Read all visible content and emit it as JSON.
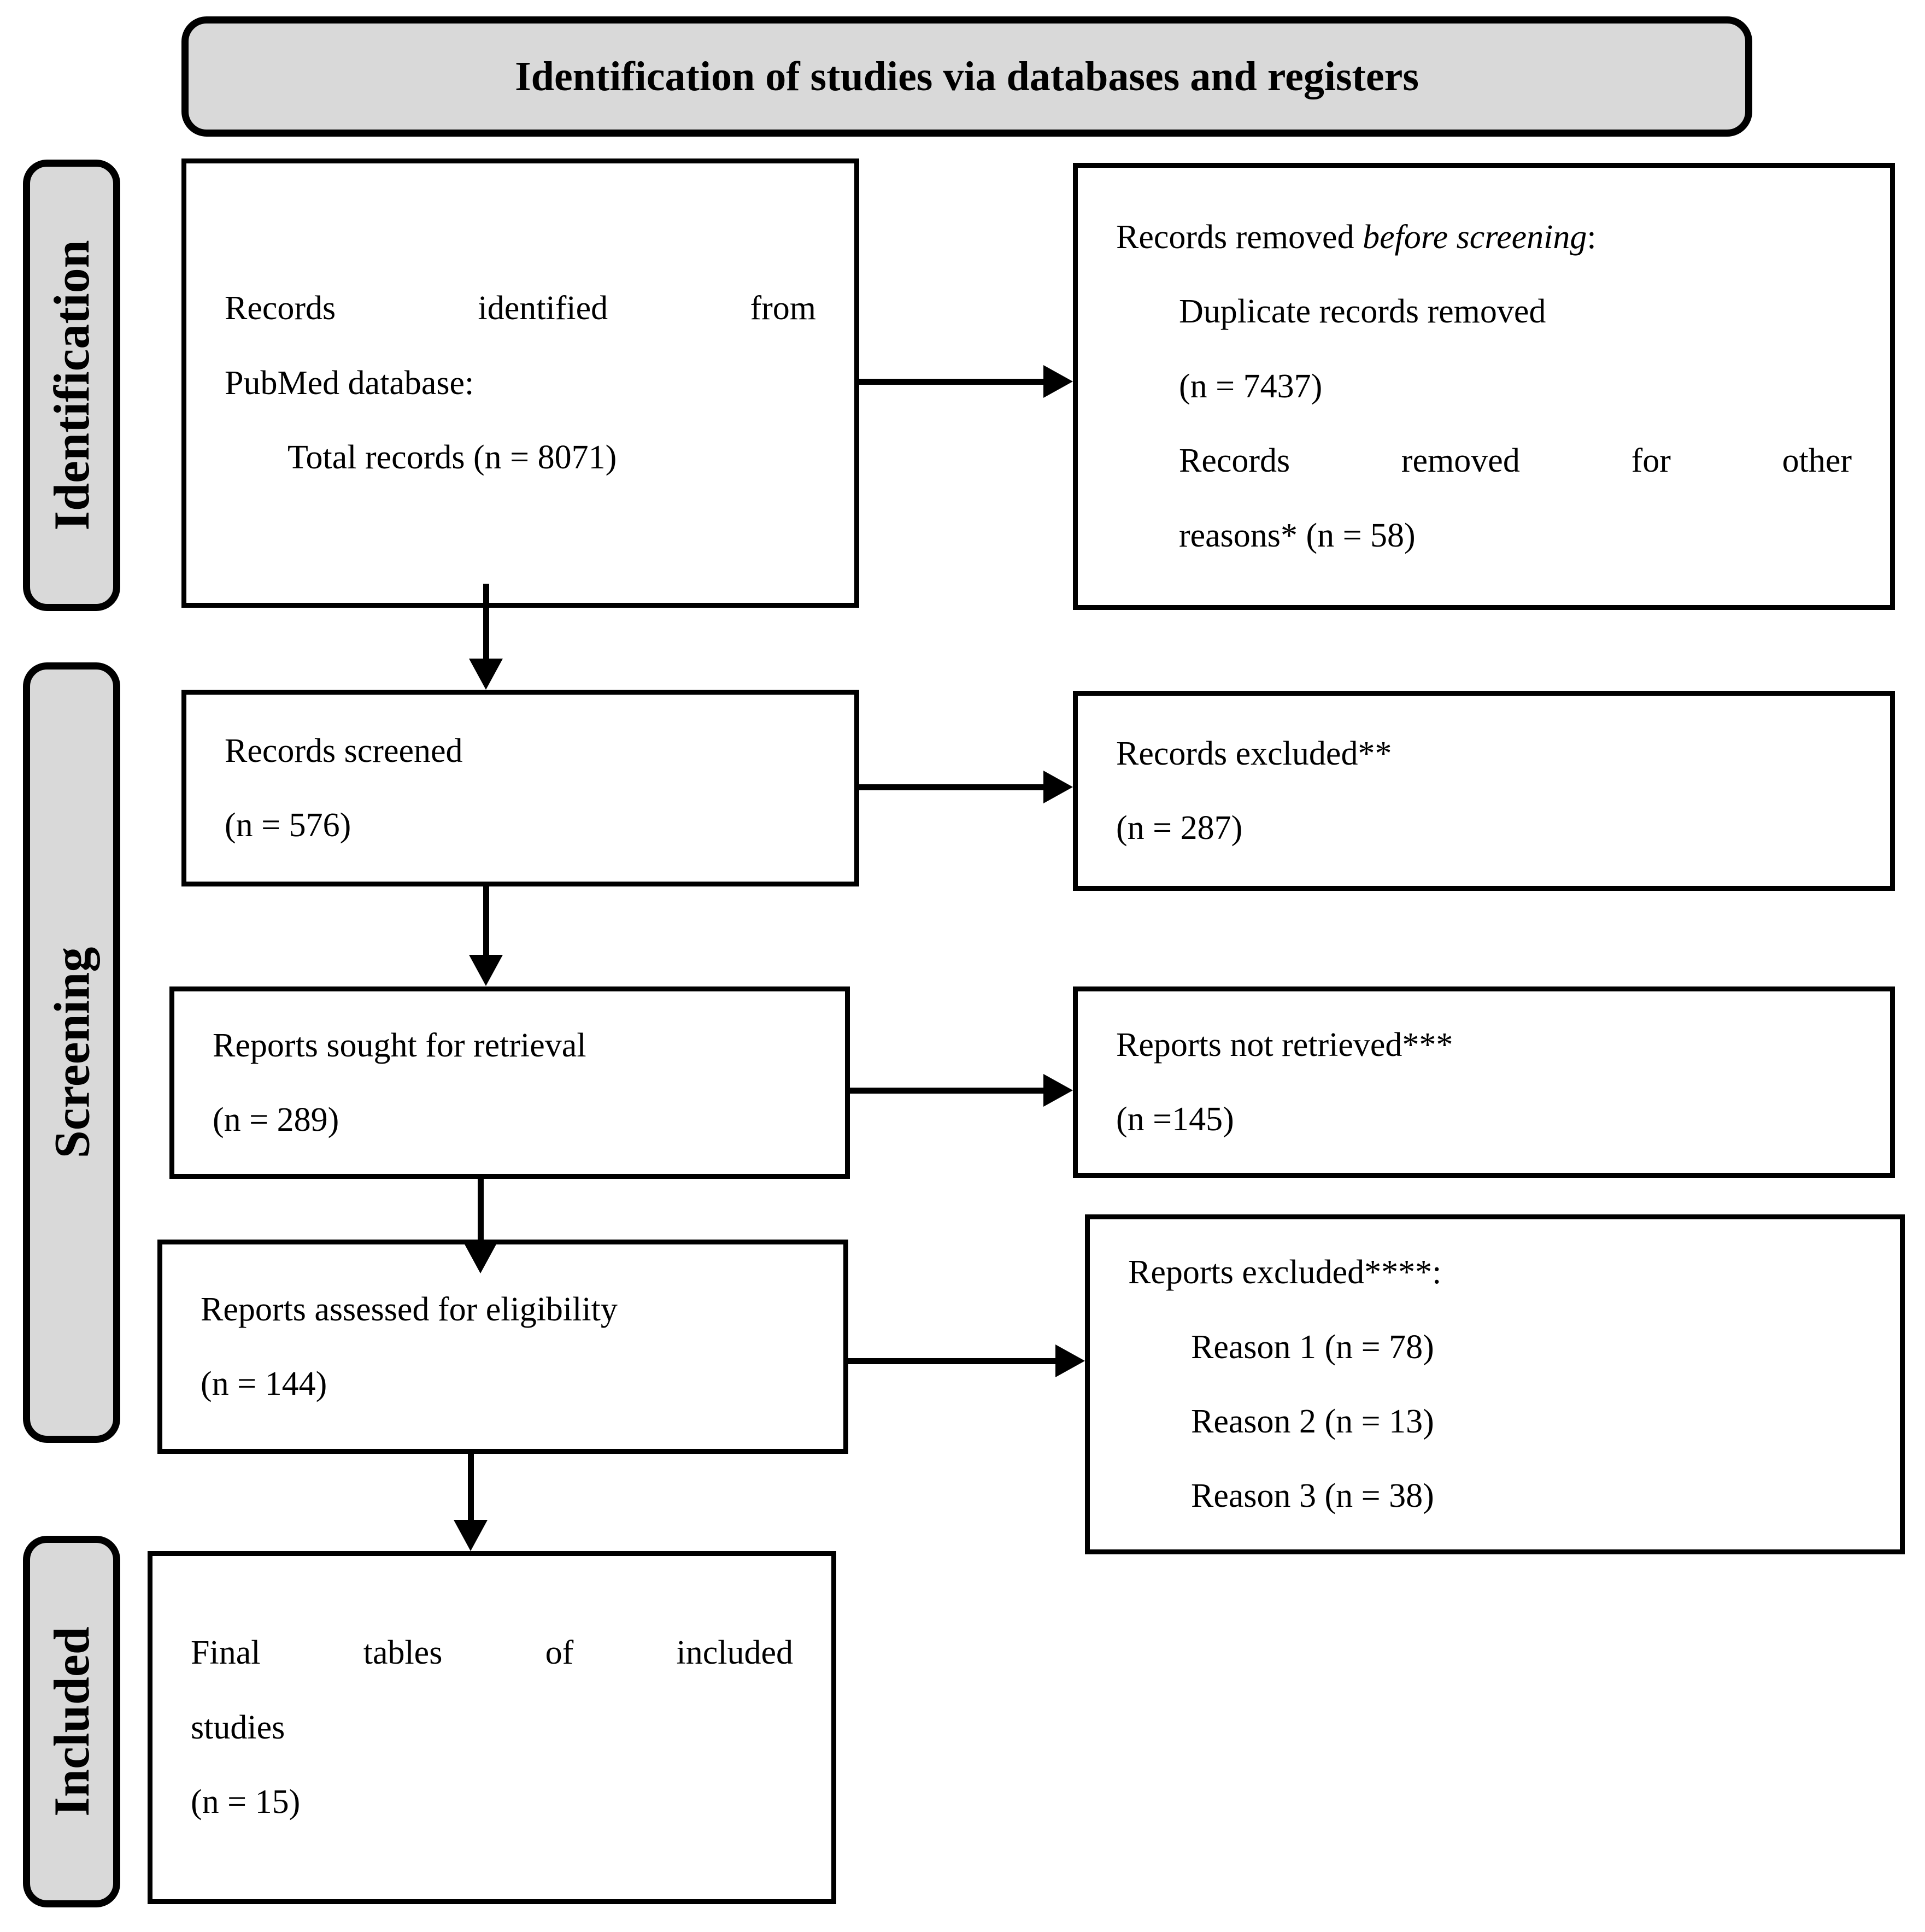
{
  "title": "Identification of studies via databases and registers",
  "sidebar": {
    "identification": "Identification",
    "screening": "Screening",
    "included": "Included"
  },
  "boxes": {
    "records_identified": {
      "line1": "Records identified from",
      "line2": "PubMed database:",
      "line3": "Total records (n = 8071)"
    },
    "records_removed": {
      "line1_prefix": "Records removed ",
      "line1_italic": "before screening",
      "line1_suffix": ":",
      "line2": "Duplicate records removed",
      "line3": "(n = 7437)",
      "line4": "Records removed for other",
      "line5": "reasons* (n = 58)"
    },
    "records_screened": {
      "line1": "Records screened",
      "line2": "(n = 576)"
    },
    "records_excluded": {
      "line1": "Records excluded**",
      "line2": "(n = 287)"
    },
    "reports_sought": {
      "line1": "Reports sought for retrieval",
      "line2": "(n = 289)"
    },
    "reports_not_retrieved": {
      "line1": "Reports not retrieved***",
      "line2": "(n =145)"
    },
    "reports_assessed": {
      "line1": "Reports assessed for eligibility",
      "line2": "(n = 144)"
    },
    "reports_excluded": {
      "line1": "Reports excluded****:",
      "line2": "Reason 1 (n = 78)",
      "line3": "Reason 2 (n = 13)",
      "line4": "Reason 3 (n = 38)"
    },
    "final_tables": {
      "line1": "Final tables of included",
      "line2": "studies",
      "line3": "(n = 15)"
    }
  },
  "colors": {
    "band_fill": "#d9d9d9",
    "border": "#000000",
    "arrow": "#000000",
    "background": "#ffffff"
  }
}
